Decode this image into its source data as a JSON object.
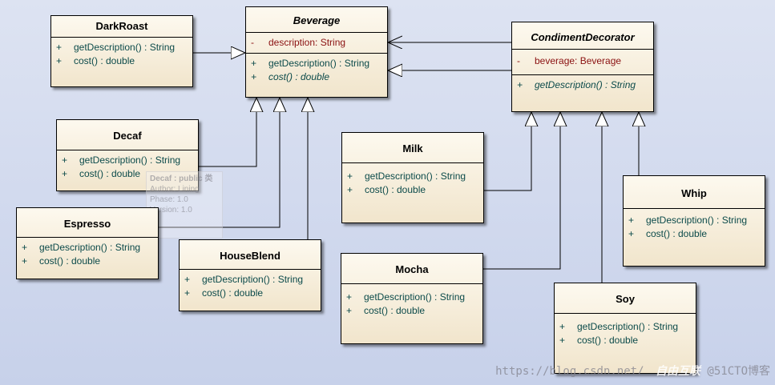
{
  "classes": {
    "darkroast": {
      "name": "DarkRoast",
      "ops": [
        {
          "vis": "+",
          "sig": "getDescription() : String"
        },
        {
          "vis": "+",
          "sig": "cost() : double"
        }
      ]
    },
    "beverage": {
      "name": "Beverage",
      "attrs": [
        {
          "vis": "-",
          "sig": "description:  String"
        }
      ],
      "ops": [
        {
          "vis": "+",
          "sig": "getDescription() : String"
        },
        {
          "vis": "+",
          "sig": "cost() : double"
        }
      ]
    },
    "condiment": {
      "name": "CondimentDecorator",
      "attrs": [
        {
          "vis": "-",
          "sig": "beverage:  Beverage"
        }
      ],
      "ops": [
        {
          "vis": "+",
          "sig": "getDescription() : String"
        }
      ]
    },
    "decaf": {
      "name": "Decaf",
      "ops": [
        {
          "vis": "+",
          "sig": "getDescription() : String"
        },
        {
          "vis": "+",
          "sig": "cost() : double"
        }
      ]
    },
    "espresso": {
      "name": "Espresso",
      "ops": [
        {
          "vis": "+",
          "sig": "getDescription() : String"
        },
        {
          "vis": "+",
          "sig": "cost() : double"
        }
      ]
    },
    "houseblend": {
      "name": "HouseBlend",
      "ops": [
        {
          "vis": "+",
          "sig": "getDescription() : String"
        },
        {
          "vis": "+",
          "sig": "cost() : double"
        }
      ]
    },
    "milk": {
      "name": "Milk",
      "ops": [
        {
          "vis": "+",
          "sig": "getDescription() : String"
        },
        {
          "vis": "+",
          "sig": "cost() : double"
        }
      ]
    },
    "mocha": {
      "name": "Mocha",
      "ops": [
        {
          "vis": "+",
          "sig": "getDescription() : String"
        },
        {
          "vis": "+",
          "sig": "cost() : double"
        }
      ]
    },
    "soy": {
      "name": "Soy",
      "ops": [
        {
          "vis": "+",
          "sig": "getDescription() : String"
        },
        {
          "vis": "+",
          "sig": "cost() : double"
        }
      ]
    },
    "whip": {
      "name": "Whip",
      "ops": [
        {
          "vis": "+",
          "sig": "getDescription() : String"
        },
        {
          "vis": "+",
          "sig": "cost() : double"
        }
      ]
    }
  },
  "tooltip": {
    "title": "Decaf : public 类",
    "lines": [
      "Author: Lining",
      "Phase: 1.0",
      "Version: 1.0"
    ]
  },
  "watermark": {
    "url": "https://blog.csdn.net/",
    "handle": "@51CTO博客",
    "logo": "自由互联"
  },
  "colors": {
    "class_fill_top": "#fdf9ef",
    "class_fill_bottom": "#f1e5cc",
    "operation_text": "#0b4a4a",
    "attribute_text": "#8a1010"
  }
}
